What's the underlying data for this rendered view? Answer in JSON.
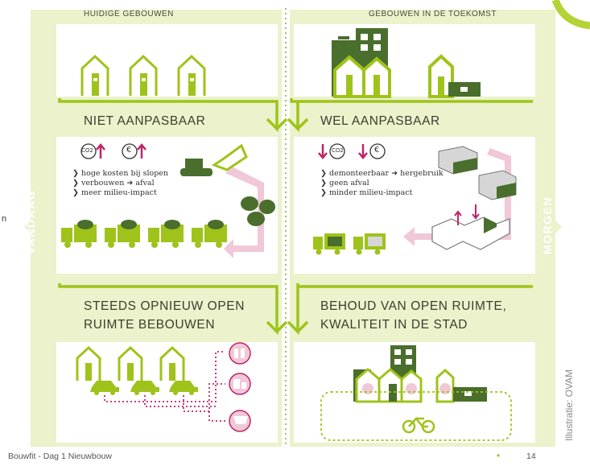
{
  "left_header": "HUIDIGE GEBOUWEN",
  "right_header": "GEBOUWEN IN DE TOEKOMST",
  "left_side_label": "VANDAAG",
  "right_side_label": "MORGEN",
  "banners": {
    "left_top": "NIET AANPASBAAR",
    "right_top": "WEL AANPASBAAR",
    "left_bottom_1": "STEEDS OPNIEUW OPEN",
    "left_bottom_2": "RUIMTE BEBOUWEN",
    "right_bottom_1": "BEHOUD VAN OPEN RUIMTE,",
    "right_bottom_2": "KWALITEIT IN DE STAD"
  },
  "badges": {
    "co2": "CO2",
    "euro": "€"
  },
  "left_bullets": [
    "hoge kosten bij slopen",
    "verbouwen",
    "afval",
    "meer milieu-impact"
  ],
  "right_bullets": [
    "demonteerbaar",
    "hergebruik",
    "geen afval",
    "minder milieu-impact"
  ],
  "stray_letter": "n",
  "credit": "Illustratie: OVAM",
  "footer_left": "Bouwfit - Dag 1 Nieuwbouw",
  "footer_bullet": "•",
  "page_number": "14",
  "colors": {
    "lime": "#9fc31a",
    "pale_lime": "#e8f0c6",
    "dark_green": "#4a6e2c",
    "pink": "#e9b8cc",
    "magenta": "#c0246a"
  }
}
